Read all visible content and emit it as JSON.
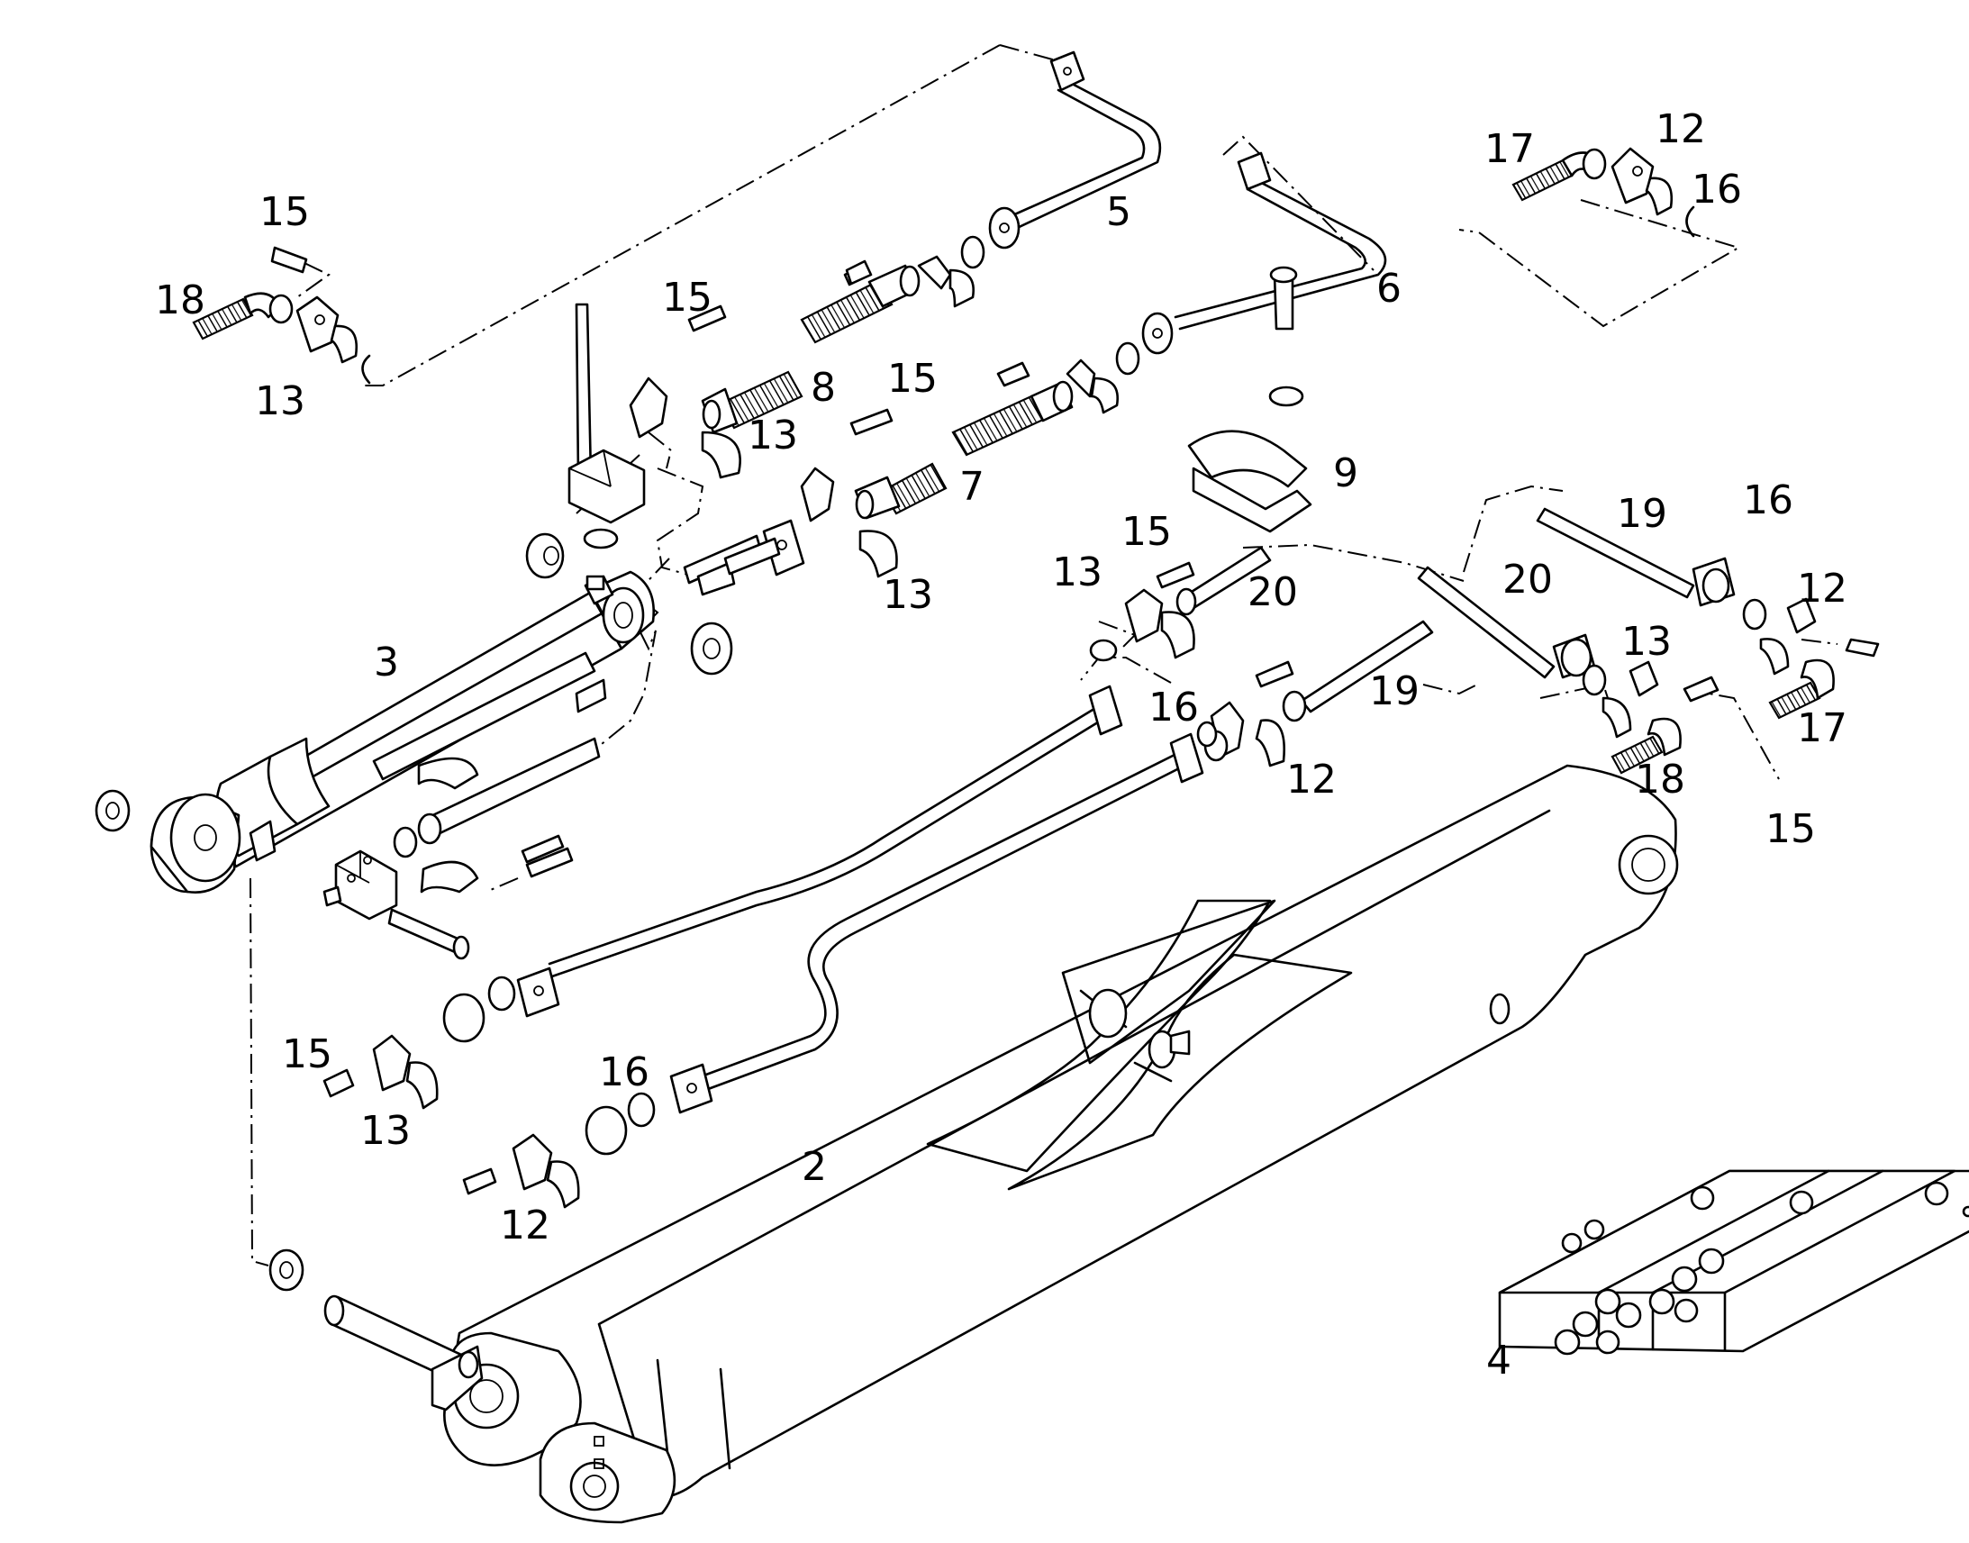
{
  "diagram": {
    "background": "#ffffff",
    "ink": "#000000",
    "callouts": [
      "15",
      "18",
      "13",
      "5",
      "15",
      "8",
      "15",
      "13",
      "6",
      "7",
      "13",
      "9",
      "3",
      "13",
      "15",
      "20",
      "19",
      "16",
      "12",
      "20",
      "16",
      "19",
      "12",
      "13",
      "18",
      "17",
      "15",
      "17",
      "12",
      "16",
      "15",
      "13",
      "16",
      "2",
      "12",
      "4"
    ]
  },
  "parts": [
    {
      "no": "2",
      "name": "boom arm"
    },
    {
      "no": "3",
      "name": "hydraulic cylinder"
    },
    {
      "no": "4",
      "name": "control valve block"
    },
    {
      "no": "5",
      "name": "rigid pipe"
    },
    {
      "no": "6",
      "name": "rigid pipe"
    },
    {
      "no": "7",
      "name": "hose"
    },
    {
      "no": "8",
      "name": "hose"
    },
    {
      "no": "9",
      "name": "pipe clamp"
    },
    {
      "no": "12",
      "name": "flange clamp half"
    },
    {
      "no": "13",
      "name": "flange clamp half"
    },
    {
      "no": "15",
      "name": "screw"
    },
    {
      "no": "16",
      "name": "o-ring"
    },
    {
      "no": "17",
      "name": "hose"
    },
    {
      "no": "18",
      "name": "hose"
    },
    {
      "no": "19",
      "name": "pipe"
    },
    {
      "no": "20",
      "name": "pipe"
    }
  ]
}
